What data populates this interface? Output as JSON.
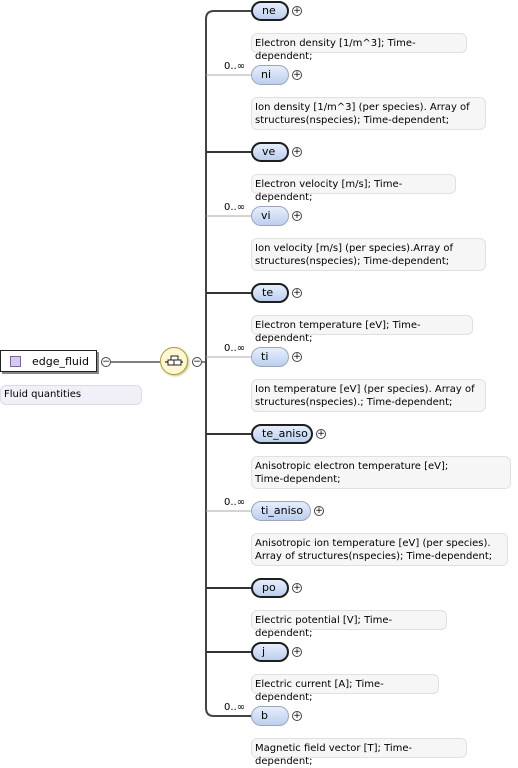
{
  "root": {
    "name": "edge_fluid",
    "documentation": "Fluid quantities",
    "expander": "−"
  },
  "sequence": {
    "expander": "−"
  },
  "children": [
    {
      "name": "ne",
      "multiplicity": "",
      "required": true,
      "expander": "+",
      "documentation": "Electron density [1/m^3]; Time-dependent;"
    },
    {
      "name": "ni",
      "multiplicity": "0..∞",
      "required": false,
      "expander": "+",
      "documentation": "Ion density [1/m^3] (per species). Array of\nstructures(nspecies); Time-dependent;"
    },
    {
      "name": "ve",
      "multiplicity": "",
      "required": true,
      "expander": "+",
      "documentation": "Electron velocity [m/s]; Time-dependent;"
    },
    {
      "name": "vi",
      "multiplicity": "0..∞",
      "required": false,
      "expander": "+",
      "documentation": "Ion velocity [m/s] (per species).Array of\nstructures(nspecies); Time-dependent;"
    },
    {
      "name": "te",
      "multiplicity": "",
      "required": true,
      "expander": "+",
      "documentation": "Electron temperature [eV]; Time-dependent;"
    },
    {
      "name": "ti",
      "multiplicity": "0..∞",
      "required": false,
      "expander": "+",
      "documentation": "Ion temperature [eV] (per species). Array of\nstructures(nspecies).; Time-dependent;"
    },
    {
      "name": "te_aniso",
      "multiplicity": "",
      "required": true,
      "expander": "+",
      "documentation": "Anisotropic electron temperature [eV];\nTime-dependent;"
    },
    {
      "name": "ti_aniso",
      "multiplicity": "0..∞",
      "required": false,
      "expander": "+",
      "documentation": "Anisotropic ion temperature [eV] (per species).\nArray of structures(nspecies); Time-dependent;"
    },
    {
      "name": "po",
      "multiplicity": "",
      "required": true,
      "expander": "+",
      "documentation": "Electric potential [V]; Time-dependent;"
    },
    {
      "name": "j",
      "multiplicity": "",
      "required": true,
      "expander": "+",
      "documentation": "Electric current [A]; Time-dependent;"
    },
    {
      "name": "b",
      "multiplicity": "0..∞",
      "required": false,
      "expander": "+",
      "documentation": "Magnetic field vector [T]; Time-dependent;"
    }
  ]
}
